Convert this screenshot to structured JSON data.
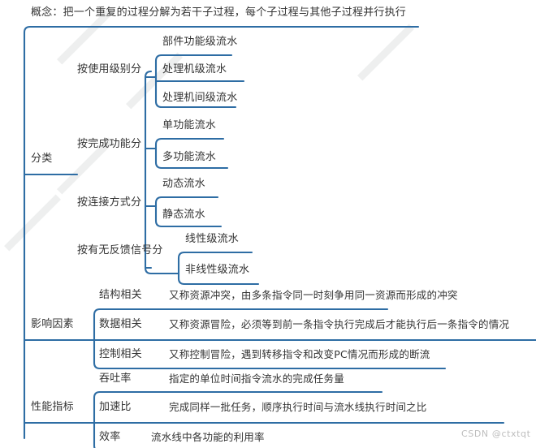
{
  "diagram": {
    "title": "概念：把一个重复的过程分解为若干子过程，每个子过程与其他子过程并行执行",
    "line_color": "#2e6da4",
    "text_color": "#333333",
    "background": "#ffffff"
  },
  "branches": {
    "classification": {
      "label": "分类",
      "children": [
        {
          "label": "按使用级别分",
          "leaves": [
            "部件功能级流水",
            "处理机级流水",
            "处理机间级流水"
          ]
        },
        {
          "label": "按完成功能分",
          "leaves": [
            "单功能流水",
            "多功能流水"
          ]
        },
        {
          "label": "按连接方式分",
          "leaves": [
            "动态流水",
            "静态流水"
          ]
        },
        {
          "label": "按有无反馈信号分",
          "leaves": [
            "线性级流水",
            "非线性级流水"
          ]
        }
      ]
    },
    "factors": {
      "label": "影响因素",
      "rows": [
        {
          "term": "结构相关",
          "desc": "又称资源冲突，由多条指令同一时刻争用同一资源而形成的冲突"
        },
        {
          "term": "数据相关",
          "desc": "又称资源冒险，必须等到前一条指令执行完成后才能执行后一条指令的情况"
        },
        {
          "term": "控制相关",
          "desc": "又称控制冒险，遇到转移指令和改变PC情况而形成的断流"
        }
      ]
    },
    "metrics": {
      "label": "性能指标",
      "rows": [
        {
          "term": "吞吐率",
          "desc": "指定的单位时间指令流水的完成任务量"
        },
        {
          "term": "加速比",
          "desc": "完成同样一批任务，顺序执行时间与流水线执行时间之比"
        },
        {
          "term": "效率",
          "desc": "流水线中各功能的利用率"
        }
      ]
    }
  },
  "watermark": {
    "text": "CSDN @ctxtqt"
  }
}
